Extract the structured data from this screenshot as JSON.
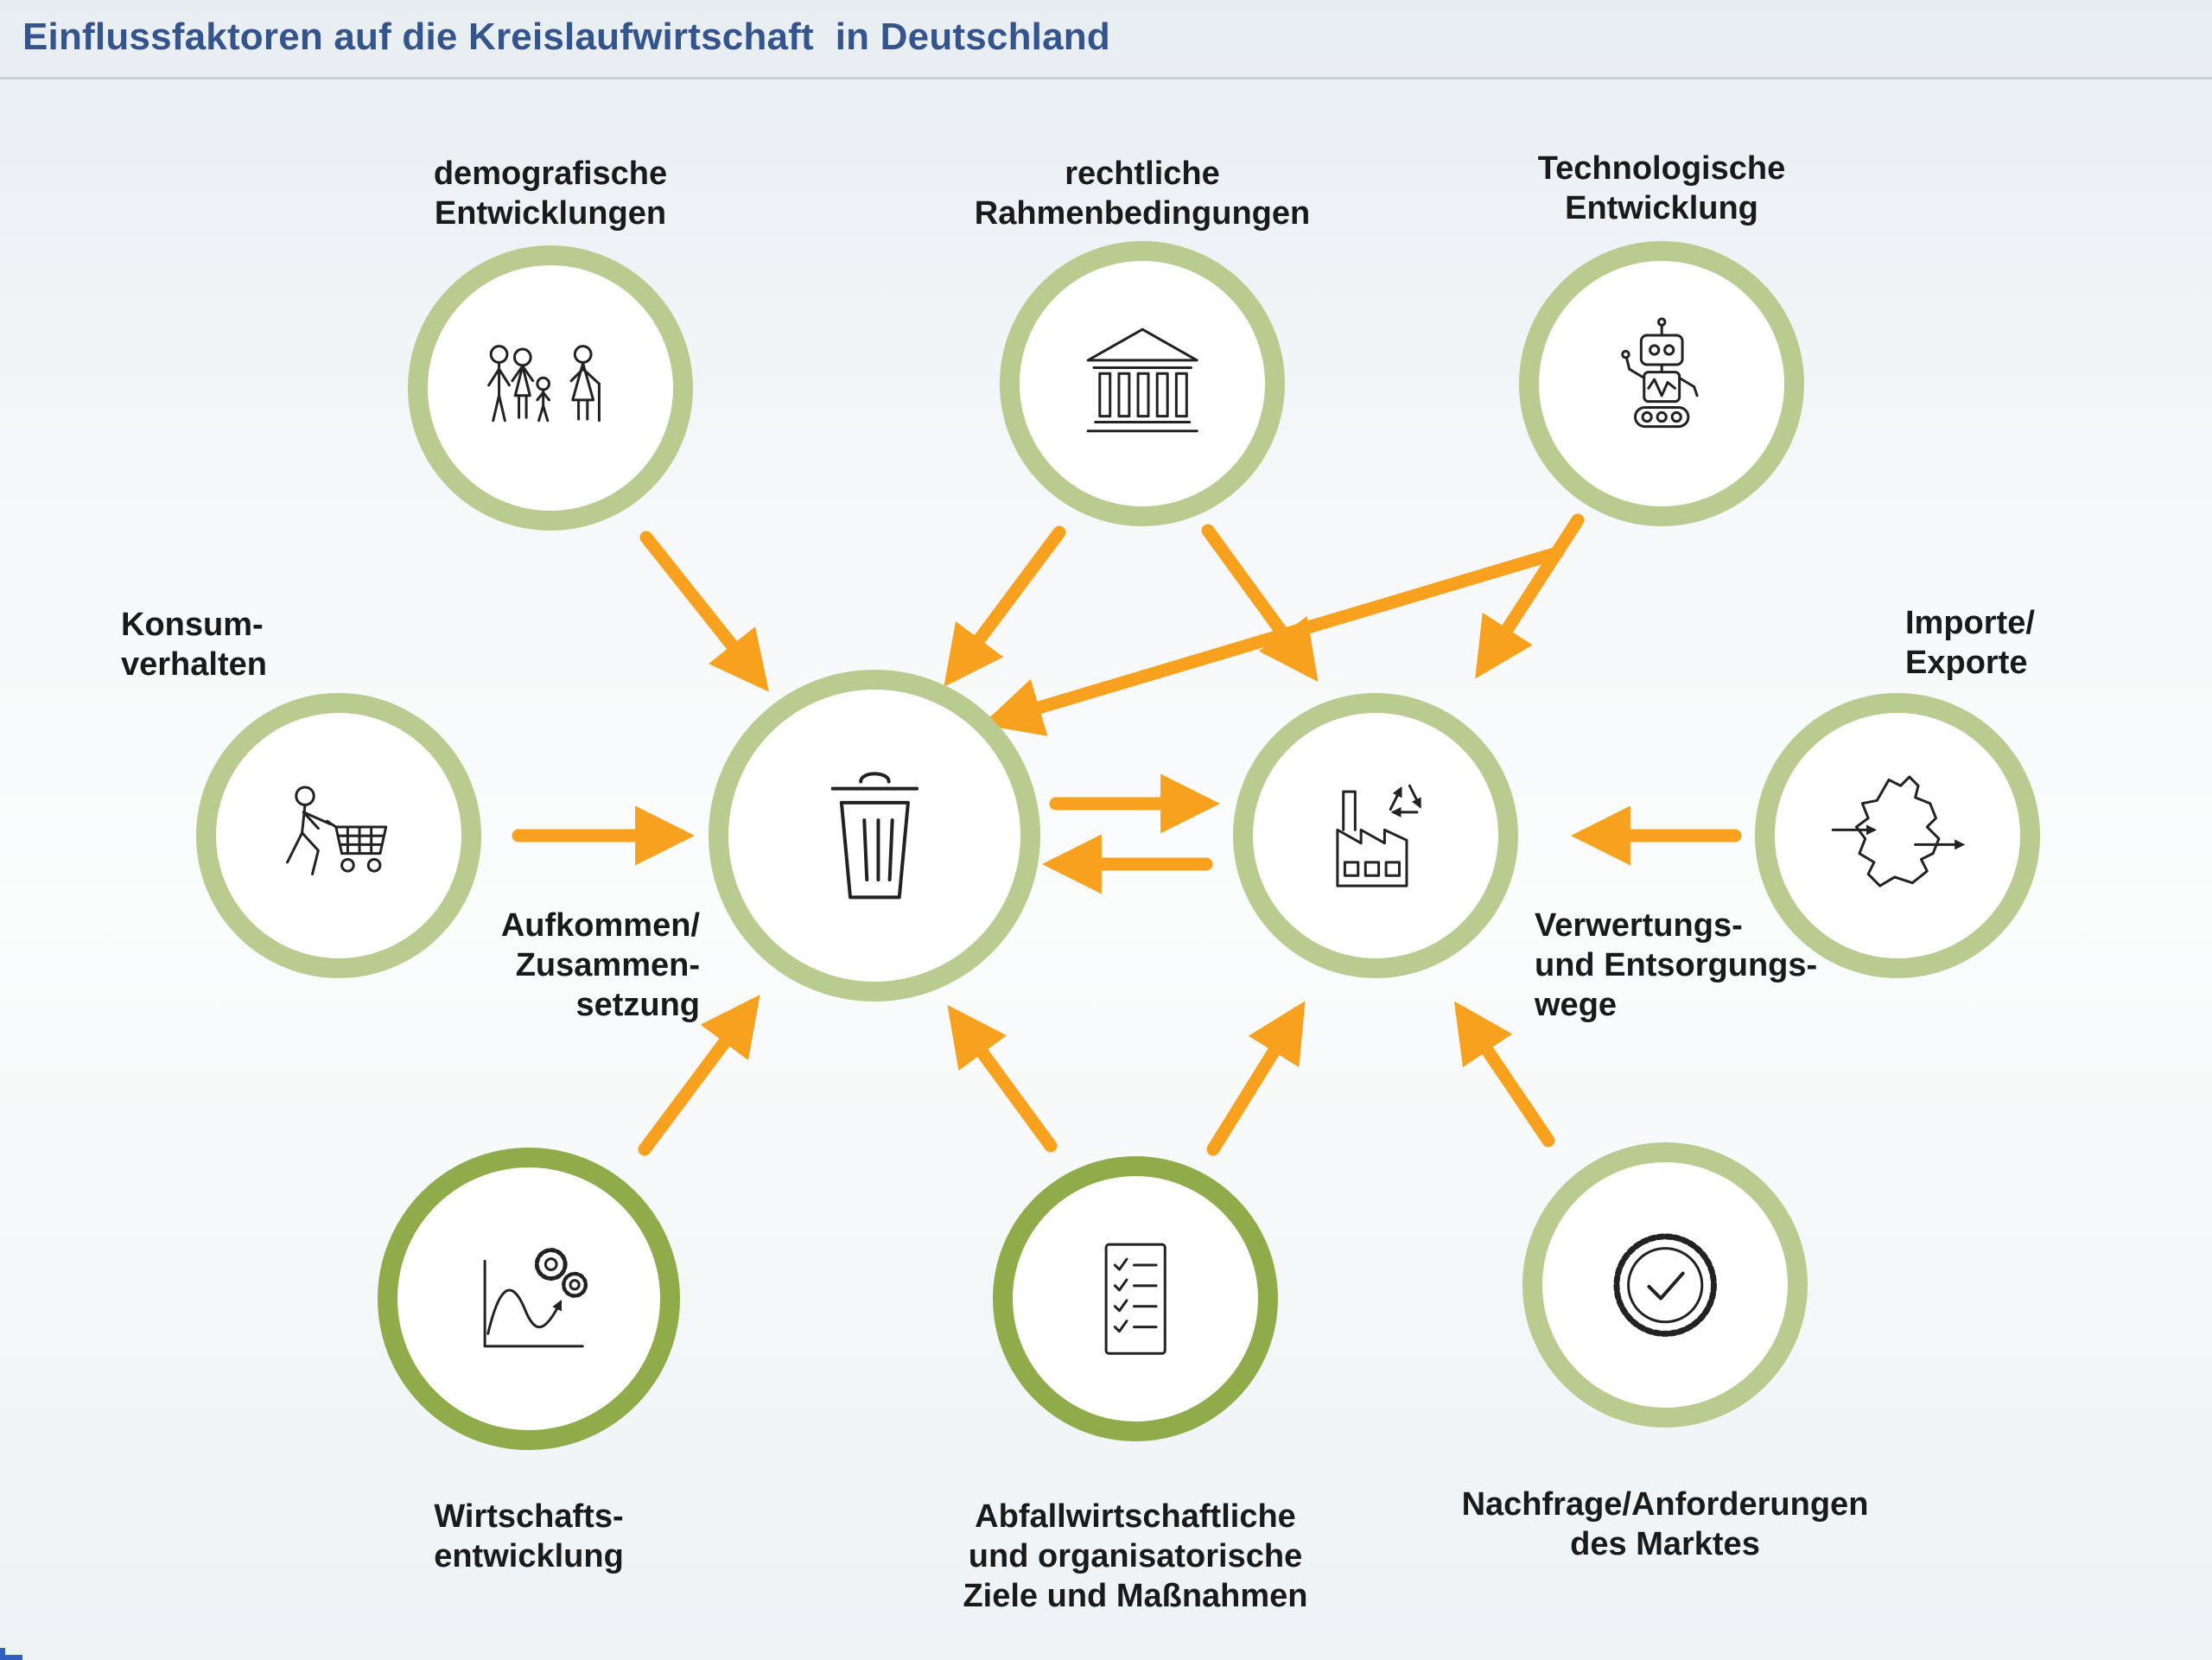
{
  "title": "Einflussfaktoren auf die Kreislaufwirtschaft  in Deutschland",
  "colors": {
    "title": "#33548c",
    "ring_light": "#b9cb8f",
    "ring_dark": "#8fab4a",
    "arrow": "#f7a11e",
    "label_text": "#1a1a1a",
    "background_top": "#e8edf2",
    "background_bottom": "#eef2f5"
  },
  "nodes": {
    "demografische": {
      "icon": "family-icon",
      "label": [
        "demografische",
        "Entwicklungen"
      ]
    },
    "rechtliche": {
      "icon": "government-building-icon",
      "label": [
        "rechtliche",
        "Rahmenbedingungen"
      ]
    },
    "technologische": {
      "icon": "robot-icon",
      "label": [
        "Technologische",
        "Entwicklung"
      ]
    },
    "konsum": {
      "icon": "shopping-cart-person-icon",
      "label": [
        "Konsum-",
        "verhalten"
      ]
    },
    "aufkommen": {
      "icon": "trash-bin-icon",
      "label": [
        "Aufkommen/",
        "Zusammen-",
        "setzung"
      ]
    },
    "verwertung": {
      "icon": "recycling-factory-icon",
      "label": [
        "Verwertungs-",
        "und Entsorgungs-",
        "wege"
      ]
    },
    "importe": {
      "icon": "germany-map-icon",
      "label": [
        "Importe/",
        "Exporte"
      ]
    },
    "wirtschaft": {
      "icon": "economy-chart-icon",
      "label": [
        "Wirtschafts-",
        "entwicklung"
      ]
    },
    "abfall": {
      "icon": "checklist-icon",
      "label": [
        "Abfallwirtschaftliche",
        "und organisatorische",
        "Ziele und Maßnahmen"
      ]
    },
    "nachfrage": {
      "icon": "quality-seal-icon",
      "label": [
        "Nachfrage/Anforderungen",
        "des Marktes"
      ]
    }
  },
  "edges": [
    {
      "from": "demografische",
      "to": "aufkommen"
    },
    {
      "from": "rechtliche",
      "to": "aufkommen"
    },
    {
      "from": "rechtliche",
      "to": "verwertung"
    },
    {
      "from": "technologische",
      "to": "aufkommen"
    },
    {
      "from": "technologische",
      "to": "verwertung"
    },
    {
      "from": "konsum",
      "to": "aufkommen"
    },
    {
      "from": "importe",
      "to": "verwertung"
    },
    {
      "from": "aufkommen",
      "to": "verwertung"
    },
    {
      "from": "verwertung",
      "to": "aufkommen"
    },
    {
      "from": "wirtschaft",
      "to": "aufkommen"
    },
    {
      "from": "abfall",
      "to": "aufkommen"
    },
    {
      "from": "abfall",
      "to": "verwertung"
    },
    {
      "from": "nachfrage",
      "to": "verwertung"
    }
  ]
}
